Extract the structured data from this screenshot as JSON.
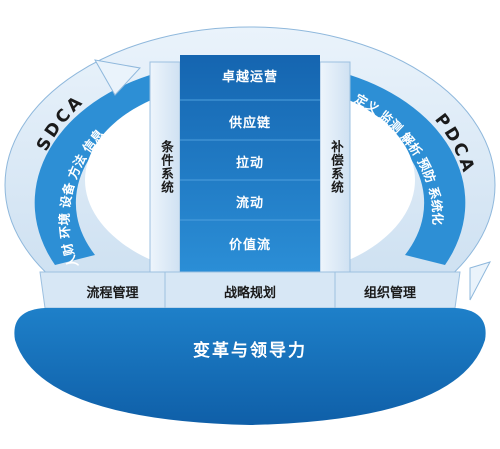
{
  "diagram": {
    "left_arc_title": "SDCA",
    "right_arc_title": "PDCA",
    "left_arc_items": "人财 环境 设备 方法 信息",
    "right_arc_items": "定义 监测 解析 预防 系统化",
    "center_pillar_items": [
      "卓越运营",
      "供应链",
      "拉动",
      "流动",
      "价值流"
    ],
    "left_pillar_label": "条件系统",
    "right_pillar_label": "补偿系统",
    "bottom_left_label": "流程管理",
    "bottom_center_label": "战略规划",
    "bottom_right_label": "组织管理",
    "base_label": "变革与领导力",
    "colors": {
      "primary_blue": "#1f7fc4",
      "deep_blue": "#0f5fa8",
      "light_blue": "#dbe9f6",
      "arc_blue": "#2d8fd5"
    }
  }
}
